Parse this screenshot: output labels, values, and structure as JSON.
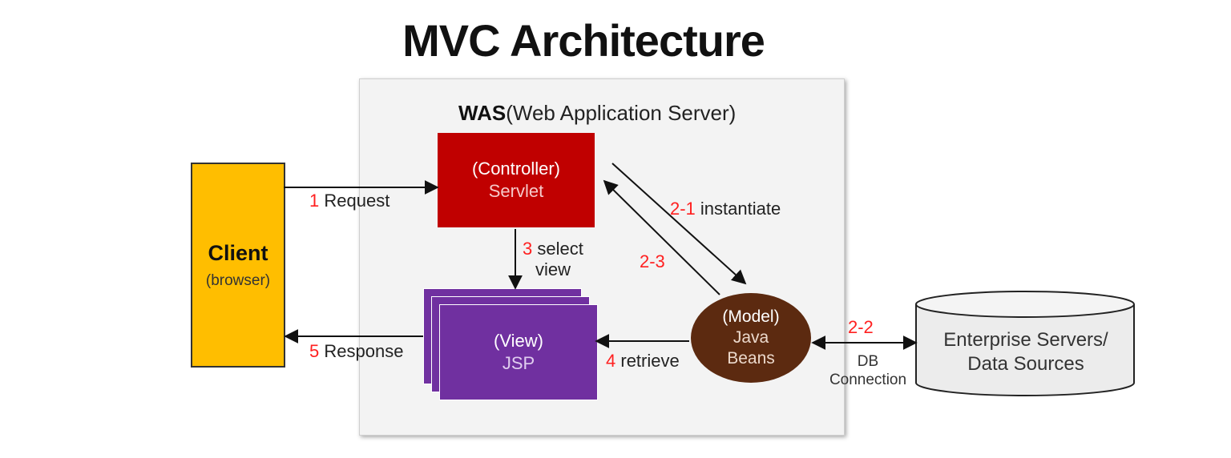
{
  "title": "MVC Architecture",
  "was": {
    "bold": "WAS",
    "rest": "(Web Application Server)"
  },
  "client": {
    "name": "Client",
    "sub": "(browser)"
  },
  "controller": {
    "role": "(Controller)",
    "name": "Servlet"
  },
  "view": {
    "role": "(View)",
    "name": "JSP"
  },
  "model": {
    "role": "(Model)",
    "line1": "Java",
    "line2": "Beans"
  },
  "datasource": {
    "line1": "Enterprise Servers/",
    "line2": "Data Sources"
  },
  "flows": {
    "request": {
      "num": "1",
      "text": "Request"
    },
    "instantiate": {
      "num": "2-1",
      "text": "instantiate"
    },
    "db": {
      "num": "2-2",
      "line1": "DB",
      "line2": "Connection"
    },
    "return": {
      "num": "2-3"
    },
    "select_view": {
      "num": "3",
      "line1": "select",
      "line2": "view"
    },
    "retrieve": {
      "num": "4",
      "text": "retrieve"
    },
    "response": {
      "num": "5",
      "text": "Response"
    }
  },
  "colors": {
    "controller": "#c00000",
    "view": "#7030a0",
    "model": "#5c2a10",
    "client": "#ffbe00",
    "step_number": "#ff2020",
    "datasource": "#ececec"
  },
  "icons": [
    "arrow-right",
    "arrow-left",
    "arrow-down",
    "arrow-double"
  ]
}
